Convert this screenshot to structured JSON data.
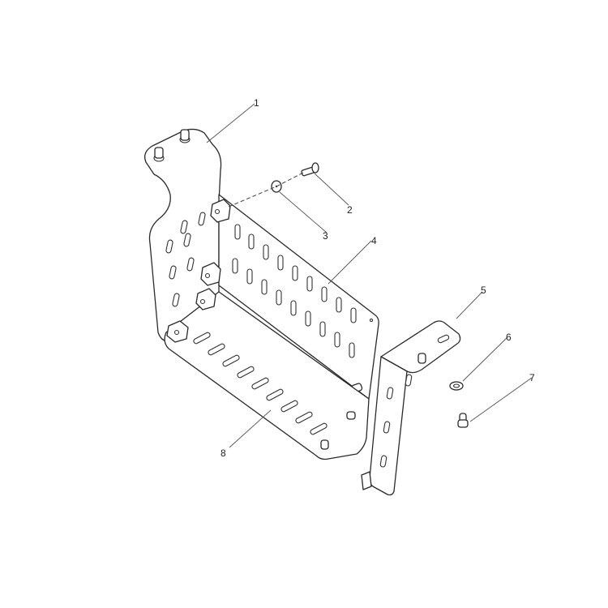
{
  "diagram": {
    "type": "exploded-parts-view",
    "colors": {
      "background": "#ffffff",
      "line": "#2a2a2a"
    },
    "callouts": [
      {
        "id": "1",
        "label": "1",
        "part": "side bracket plate"
      },
      {
        "id": "2",
        "label": "2",
        "part": "bolt"
      },
      {
        "id": "3",
        "label": "3",
        "part": "washer"
      },
      {
        "id": "4",
        "label": "4",
        "part": "perforated back panel"
      },
      {
        "id": "5",
        "label": "5",
        "part": "L-bracket"
      },
      {
        "id": "6",
        "label": "6",
        "part": "washer"
      },
      {
        "id": "7",
        "label": "7",
        "part": "bolt"
      },
      {
        "id": "8",
        "label": "8",
        "part": "perforated bottom tray"
      }
    ]
  }
}
